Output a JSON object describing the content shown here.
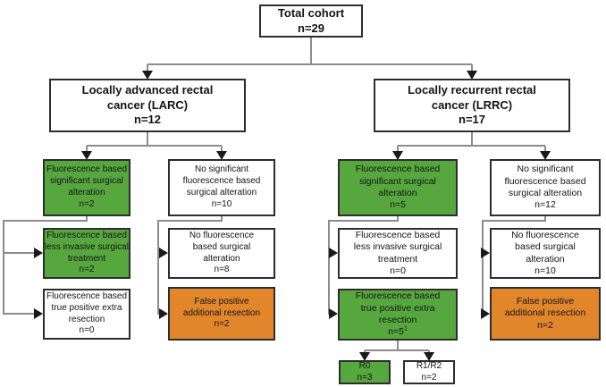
{
  "colors": {
    "green": "#57A73F",
    "orange": "#E2862C",
    "line_gray": "#8c8c8c",
    "border": "#2d2d2d"
  },
  "nodes": {
    "total": {
      "label": "Total cohort",
      "n": "n=29"
    },
    "larc": {
      "label": "Locally advanced rectal\ncancer (LARC)",
      "n": "n=12"
    },
    "lrrc": {
      "label": "Locally recurrent rectal\ncancer (LRRC)",
      "n": "n=17"
    },
    "larc_sig": {
      "label": "Fluorescence based\nsignificant surgical\nalteration",
      "n": "n=2"
    },
    "larc_less": {
      "label": "Fluorescence based\nless invasive surgical\ntreatment",
      "n": "n=2"
    },
    "larc_true": {
      "label": "Fluorescence based\ntrue positive extra\nresection",
      "n": "n=0"
    },
    "larc_nosig": {
      "label": "No significant\nfluorescence based\nsurgical alteration",
      "n": "n=10"
    },
    "larc_nofluo": {
      "label": "No fluorescence\nbased surgical\nalteration",
      "n": "n=8"
    },
    "larc_false": {
      "label": "False positive\nadditional resection",
      "n": "n=2"
    },
    "lrrc_sig": {
      "label": "Fluorescence based\nsignificant surgical\nalteration",
      "n": "n=5"
    },
    "lrrc_less": {
      "label": "Fluorescence based\nless invasive surgical\ntreatment",
      "n": "n=0"
    },
    "lrrc_true": {
      "label": "Fluorescence based\ntrue positive extra\nresection",
      "n": "n=5",
      "n_sup": "1"
    },
    "lrrc_nosig": {
      "label": "No significant\nfluorescence based\nsurgical alteration",
      "n": "n=12"
    },
    "lrrc_nofluo": {
      "label": "No fluorescence\nbased surgical\nalteration",
      "n": "n=10"
    },
    "lrrc_false": {
      "label": "False positive\nadditional resection",
      "n": "n=2"
    },
    "r0": {
      "label": "R0",
      "n": "n=3"
    },
    "r1r2": {
      "label": "R1/R2",
      "n": "n=2"
    }
  }
}
